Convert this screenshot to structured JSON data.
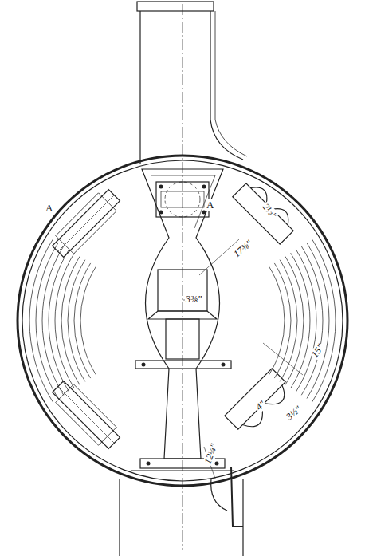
{
  "diagram": {
    "labels": [
      "A",
      "A",
      "17⅜\"",
      "3⅜\"",
      "12¼\"",
      "15\"",
      "4\"",
      "3½\"",
      "2½\""
    ]
  }
}
